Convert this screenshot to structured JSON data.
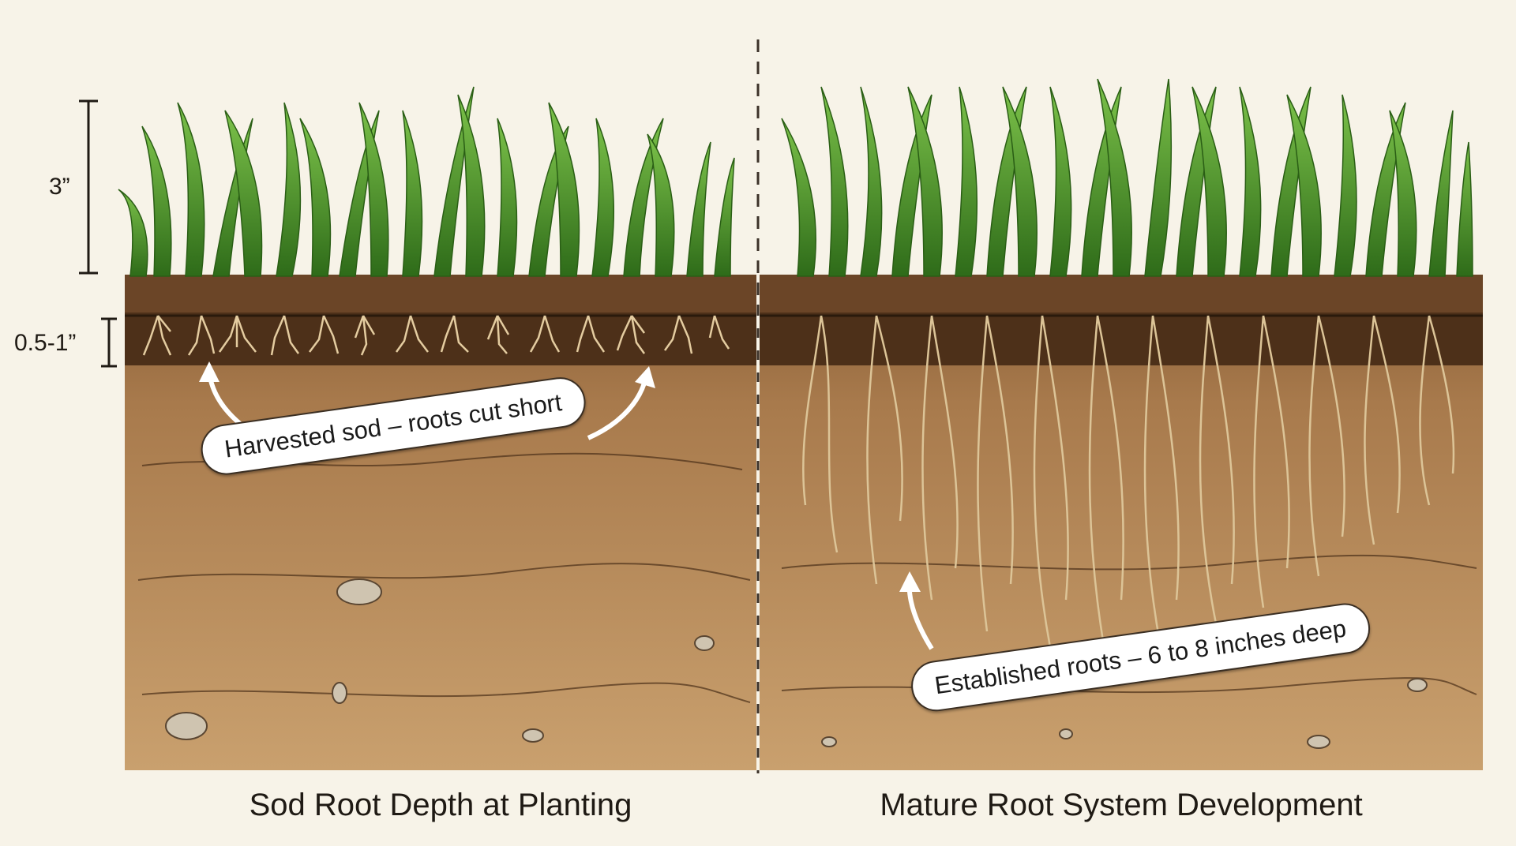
{
  "dimensions": {
    "grass_height_label": "3”",
    "sod_root_label": "0.5-1”"
  },
  "left_panel": {
    "title": "Sod Root Depth at Planting",
    "callout": "Harvested sod – roots cut short"
  },
  "right_panel": {
    "title": "Mature Root System Development",
    "callout": "Established roots – 6 to 8 inches deep"
  },
  "colors": {
    "background": "#f7f3e8",
    "grass": "#4f9a2c",
    "grass_dark": "#2f6e1a",
    "topsoil": "#5a3a22",
    "subsoil": "#b98a58",
    "root": "#e8d2a8"
  }
}
